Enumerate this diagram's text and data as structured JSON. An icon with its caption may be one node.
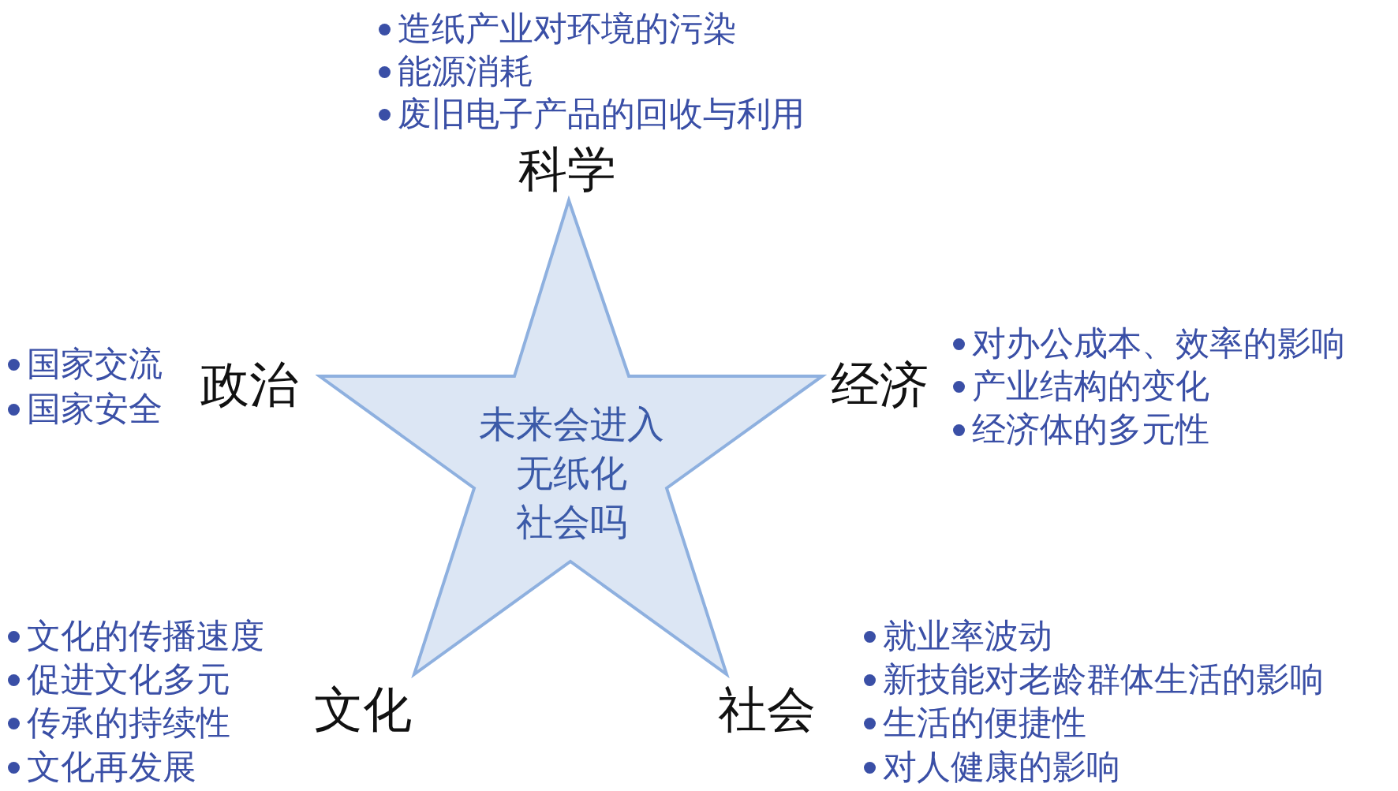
{
  "diagram": {
    "nodes": [
      {
        "text": [
          "未来会进入无纸化社会吗"
        ]
      }
    ],
    "edges": [],
    "labels": [
      "造纸产业对环境的污染",
      "能源消耗",
      "废旧电子产品的回收与利用",
      "科学",
      "国家交流",
      "国家安全",
      "政治",
      "经济",
      "对办公成本、效率的影响",
      "产业结构的变化",
      "经济体的多元性",
      "文化的传播速度",
      "促进文化多元",
      "传承的持续性",
      "文化再发展",
      "就业率波动",
      "新技能对老龄群体生活的影响",
      "生活的便捷性",
      "对人健康的影响",
      "文化",
      "社会"
    ]
  }
}
